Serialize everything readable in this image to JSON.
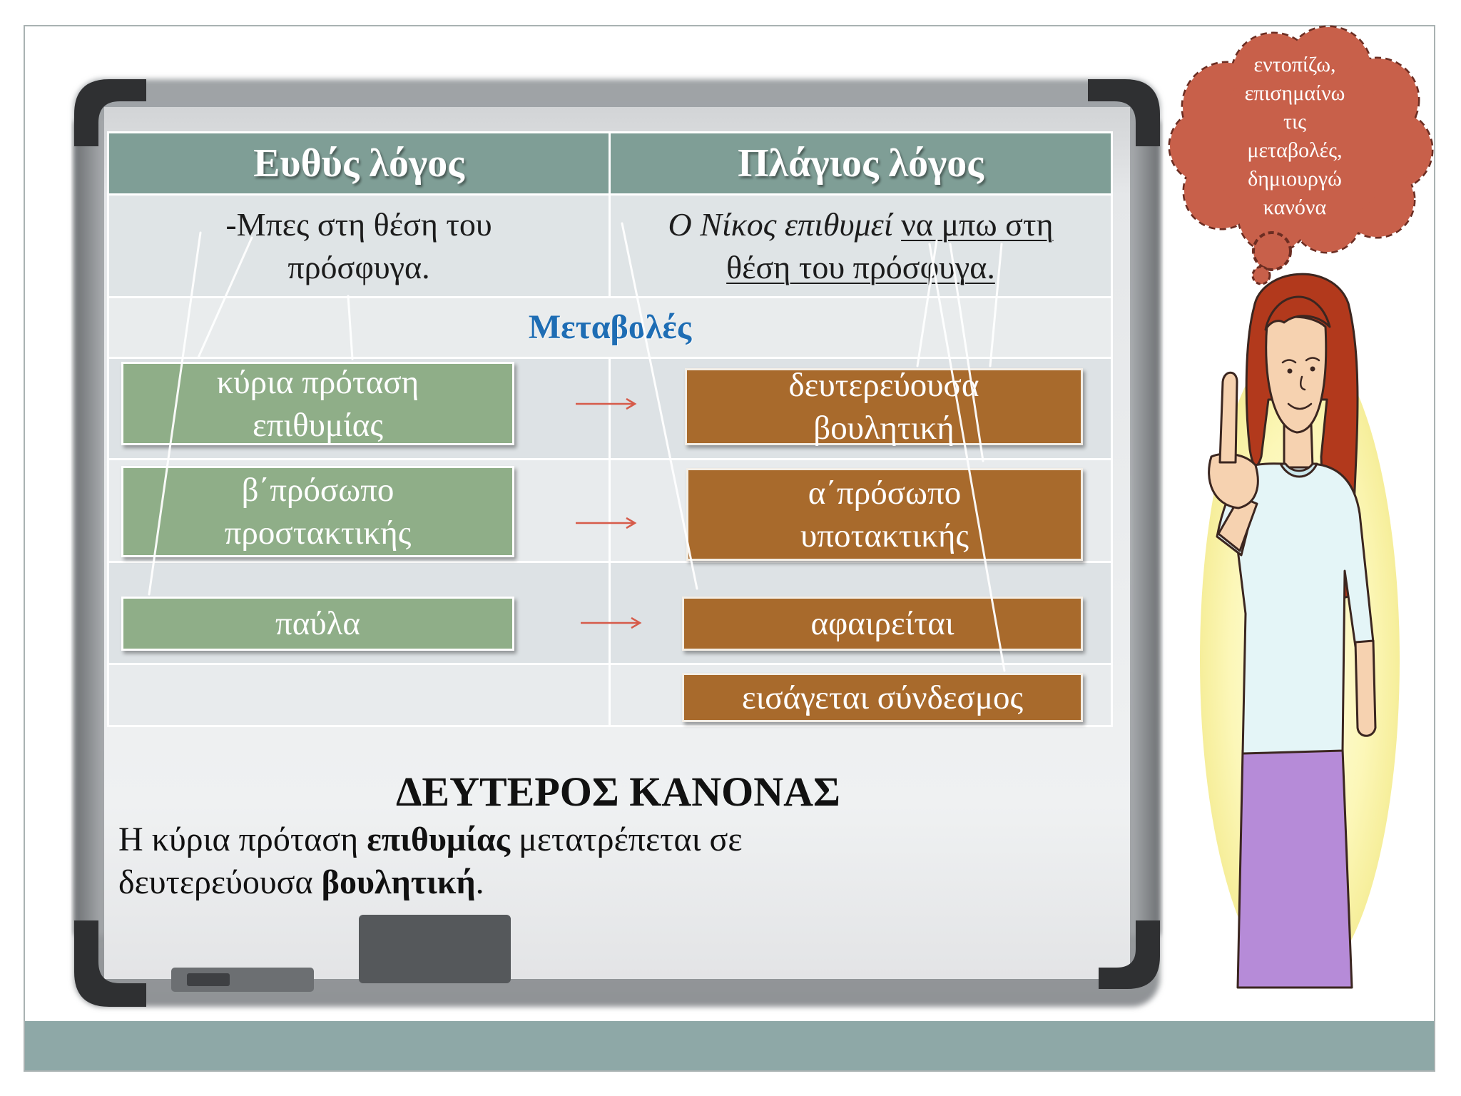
{
  "cloud": {
    "lines": [
      "εντοπίζω,",
      "επισημαίνω",
      "τις",
      "μεταβολές,",
      "δημιουργώ",
      "κανόνα"
    ]
  },
  "table": {
    "headers": {
      "direct": "Ευθύς λόγος",
      "indirect": "Πλάγιος λόγος"
    },
    "direct_example": {
      "lines": [
        "-Μπες στη θέση του",
        "πρόσφυγα."
      ]
    },
    "indirect_example": {
      "italic": "Ο Νίκος επιθυμεί",
      "underlined_line_1": "να μπω στη",
      "underlined_line_2": "θέση του πρόσφυγα."
    },
    "changes_label": "Μεταβολές",
    "changes": [
      {
        "from": [
          "κύρια πρόταση",
          "επιθυμίας"
        ],
        "to": [
          "δευτερεύουσα",
          "βουλητική"
        ]
      },
      {
        "from": [
          "β΄πρόσωπο",
          "προστακτικής"
        ],
        "to": [
          "α΄πρόσωπο",
          "υποτακτικής"
        ]
      },
      {
        "from": [
          "παύλα"
        ],
        "to": [
          "αφαιρείται"
        ]
      },
      {
        "from": [],
        "to": [
          "εισάγεται σύνδεσμος"
        ]
      }
    ]
  },
  "rule": {
    "title": "ΔΕΥΤΕΡΟΣ ΚΑΝΟΝΑΣ",
    "line_1": {
      "before": "Η κύρια πρόταση ",
      "bold": "επιθυμίας",
      "after": "  μετατρέπεται σε"
    },
    "line_2": {
      "before": "δευτερεύουσα ",
      "bold": "βουλητική",
      "after": "."
    }
  },
  "icons": {
    "change_arrow": "arrow-right-icon",
    "thought_bubble": "thought-cloud-icon",
    "presenter": "teacher-girl-illustration"
  },
  "colors": {
    "header_bg": "#7f9e96",
    "direct_box": "#8fae88",
    "indirect_box": "#a86a2c",
    "changes_label": "#1e6db4",
    "cloud": "#c8604a",
    "arrow": "#d65b4a",
    "bottom_bar": "#8ea8a7"
  }
}
